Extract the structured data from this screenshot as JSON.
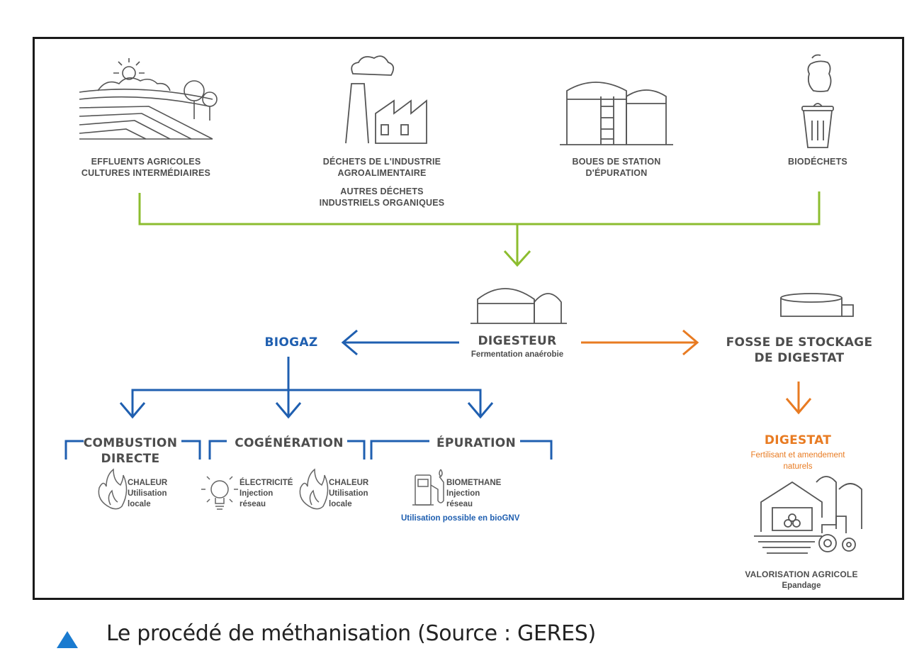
{
  "sources": {
    "agri": [
      "EFFLUENTS AGRICOLES",
      "CULTURES INTERMÉDIAIRES"
    ],
    "industrie": [
      "DÉCHETS DE L'INDUSTRIE",
      "AGROALIMENTAIRE"
    ],
    "industrie_autres": [
      "AUTRES DÉCHETS",
      "INDUSTRIELS ORGANIQUES"
    ],
    "boues": [
      "BOUES DE STATION",
      "D'ÉPURATION"
    ],
    "biodechets": "BIODÉCHETS"
  },
  "digesteur": {
    "title": "DIGESTEUR",
    "subtitle": "Fermentation anaérobie"
  },
  "fosse": [
    "FOSSE DE STOCKAGE",
    "DE DIGESTAT"
  ],
  "biogaz": "BIOGAZ",
  "branches": {
    "combustion": [
      "COMBUSTION",
      "DIRECTE"
    ],
    "cogeneration": "COGÉNÉRATION",
    "epuration": "ÉPURATION"
  },
  "outputs": {
    "combustion_chaleur": [
      "CHALEUR",
      "Utilisation",
      "locale"
    ],
    "cogen_elec": [
      "ÉLECTRICITÉ",
      "Injection",
      "réseau"
    ],
    "cogen_chaleur": [
      "CHALEUR",
      "Utilisation",
      "locale"
    ],
    "biomethane": [
      "BIOMETHANE",
      "Injection",
      "réseau"
    ],
    "bioGNV": "Utilisation possible en bioGNV"
  },
  "digestat": {
    "title": "DIGESTAT",
    "subtitle": [
      "Fertilisant et amendement",
      "naturels"
    ]
  },
  "valorisation": {
    "title": "VALORISATION AGRICOLE",
    "subtitle": "Epandage"
  },
  "caption": "Le procédé de méthanisation (Source : GERES)",
  "colors": {
    "green": "#8cbd2f",
    "blue": "#1f5fb0",
    "orange": "#e87b22",
    "gray": "#4d4d4d"
  },
  "icons": [
    "field-icon",
    "factory-icon",
    "treatment-plant-icon",
    "trash-bin-icon",
    "digester-icon",
    "storage-tank-icon",
    "flame-icon",
    "lightbulb-icon",
    "fuel-pump-icon",
    "farm-icon",
    "tractor-icon"
  ]
}
